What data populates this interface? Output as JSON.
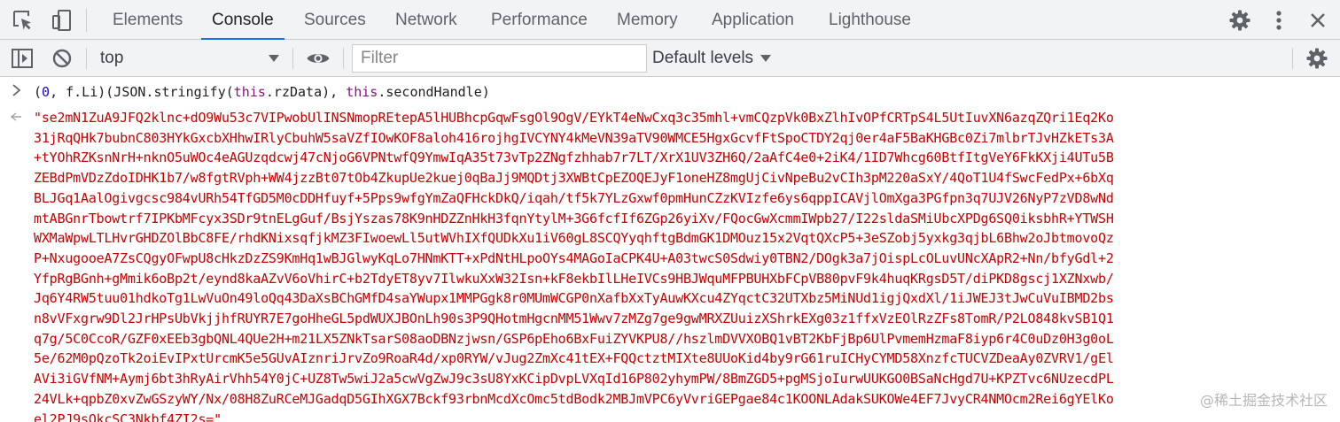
{
  "tabs": [
    {
      "label": "Elements"
    },
    {
      "label": "Console",
      "active": true
    },
    {
      "label": "Sources"
    },
    {
      "label": "Network"
    },
    {
      "label": "Performance"
    },
    {
      "label": "Memory"
    },
    {
      "label": "Application"
    },
    {
      "label": "Lighthouse"
    }
  ],
  "toolbar": {
    "context": "top",
    "filter_placeholder": "Filter",
    "levels": "Default levels"
  },
  "console": {
    "input_parts": {
      "p1": "(",
      "zero": "0",
      "p2": ", f.Li)(JSON.stringify(",
      "this1": "this",
      "p3": ".rzData), ",
      "this2": "this",
      "p4": ".secondHandle)"
    },
    "output_lines": [
      "\"se2mN1ZuA9JFQ2klnc+dO9Wu53c7VIPwobUlINSNmopREtepA5lHUBhcpGqwFsgOl9OgV/EYkT4eNwCxq3c35mhl+vmCQzpVk0BxZlhIvOPfCRTpS4L5UtIuvXN6azqZQri1Eq2Ko",
      "31jRqQHk7bubnC803HYkGxcbXHhwIRlyCbuhW5saVZfIOwKOF8aloh416rojhgIVCYNY4kMeVN39aTV90WMCE5HgxGcvfFtSpoCTDY2qj0er4aF5BaKHGBc0Zi7mlbrTJvHZkETs3A",
      "+tYOhRZKsnNrH+nknO5uWOc4eAGUzqdcwj47cNjoG6VPNtwfQ9YmwIqA35t73vTp2ZNgfzhhab7r7LT/XrX1UV3ZH6Q/2aAfC4e0+2iK4/1ID7Whcg60BtfItgVeY6FkKXji4UTu5B",
      "ZEBdPmVDzZdoIDHK1b7/w8fgtRVph+WW4jzzBt07tOb4ZkupUe2kuej0qBaJj9MQDtj3XWBtCpEZOQEJyF1oneHZ8mgUjCivNpeBu2vCIh3pM220aSxY/4QoT1U4fSwcFedPx+6bXq",
      "BLJGq1AalOgivgcsc984vURh54TfGD5M0cDDHfuyf+5Pps9wfgYmZaQFHckDkQ/iqah/tf5k7YLzGxwf0pmHunCZzKVIzfe6ys6qppICAVjlOmXga3PGfpn3q7UJV26NyP7zVD8wNd",
      "mtABGnrTbowtrf7IPKbMFcyx3SDr9tnELgGuf/BsjYszas78K9nHDZZnHkH3fqnYtylM+3G6fcfIf6ZGp26yiXv/FQocGwXcmmIWpb27/I22sldaSMiUbcXPDg6SQ0iksbhR+YTWSH",
      "WXMaWpwLTLHvrGHDZOlBbC8FE/rhdKNixsqfjkMZ3FIwoewLl5utWVhIXfQUDkXu1iV60gL8SCQYyqhftgBdmGK1DMOuz15x2VqtQXcP5+3eSZobj5yxkg3qjbL6Bhw2oJbtmovoQz",
      "P+NxugooeA7ZsCQgyOFwpU8cHkzDzZS9KmHq1wBJGlwyKqLo7HNmKTT+xPdNtHLpoOYs4MAGoIaCPK4U+A03twcS0Sdwiy0TBN2/DOgk3a7jOispLcOLuvUNcXApR2+Nn/bfyGdl+2",
      "YfpRgBGnh+gMmik6oBp2t/eynd8kaAZvV6oVhirC+b2TdyET8yv7IlwkuXxW32Isn+kF8ekbIlLHeIVCs9HBJWquMFPBUHXbFCpVB80pvF9k4huqKRgsD5T/diPKD8gscj1XZNxwb/",
      "Jq6Y4RW5tuu01hdkoTg1LwVuOn49loQq43DaXsBChGMfD4saYWupx1MMPGgk8r0MUmWCGP0nXafbXxTyAuwKXcu4ZYqctC32UTXbz5MiNUd1igjQxdXl/1iJWEJ3tJwCuVuIBMD2bs",
      "n8vVFxgrw9Dl2JrHPsUbVkjjhfRUYR7E7goHheGL5pdWUXJBOnLh90s3P9QHotmHgcnMM51Wwv7zMZg7ge9gwMRXZUuizXShrkEXg03z1ffxVzEOlRzZFs8TomR/P2LO848kvSB1Q1",
      "q7g/5C0CcoR/GZF0xEEb3gbQNL4QUe2H+m21LX5ZNkTsarS08aoDBNzjwsn/GSP6pEho6BxFuiZYVKPU8//hszlmDVVXOBQ1vBT2KbFjBp6UlPvmemHzmaF8iyp6r4C0uDz0H3g0oL",
      "5e/62M0pQzoTk2oiEvIPxtUrcmK5e5GUvAIznriJrvZo9RoaR4d/xp0RYW/vJug2ZmXc41tEX+FQQctztMIXte8UUoKid4by9rG61ruICHyCYMD58XnzfcTUCVZDeaAy0ZVRV1/gEl",
      "AVi3iGVfNM+Aymj6bt3hRyAirVhh54Y0jC+UZ8Tw5wiJ2a5cwVgZwJ9c3sU8YxKCipDvpLVXqId16P802yhymPW/8BmZGD5+pgMSjoIurwUUKGO0BSaNcHgd7U+KPZTvc6NUzecdPL",
      "24VLk+qpbZ0xvZwGSzyWY/Nx/08H8ZuRCeMJGadqD5GIhXGX7Bckf93rbnMcdXcOmc5tdBodk2MBJmVPC6yVvriGEPgae84c1KOONLAdakSUKOWe4EF7JvyCR4NMOcm2Rei6gYElKo",
      "el2PJ9sQkcSC3Nkbf4ZI2s=\""
    ]
  },
  "watermark": "@稀土掘金技术社区",
  "colors": {
    "accent": "#1a73e8",
    "string_output": "#c80000",
    "keyword": "#881280",
    "number": "#1c00cf"
  }
}
